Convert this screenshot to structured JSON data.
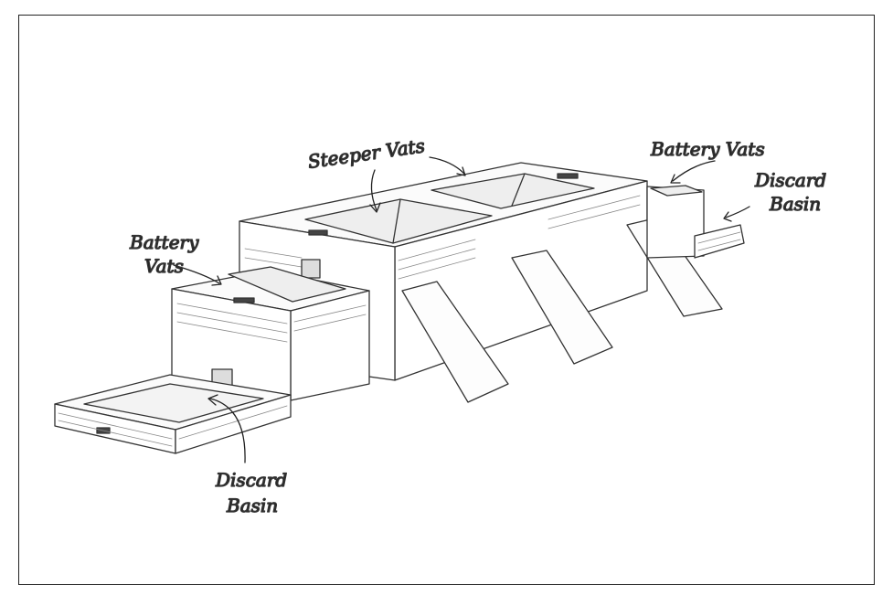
{
  "labels": {
    "steeper_vats": "Steeper Vats",
    "battery_vats_left_1": "Battery",
    "battery_vats_left_2": "Vats",
    "battery_vats_right": "Battery Vats",
    "discard_basin_right_1": "Discard",
    "discard_basin_right_2": "Basin",
    "discard_basin_left_1": "Discard",
    "discard_basin_left_2": "Basin"
  }
}
